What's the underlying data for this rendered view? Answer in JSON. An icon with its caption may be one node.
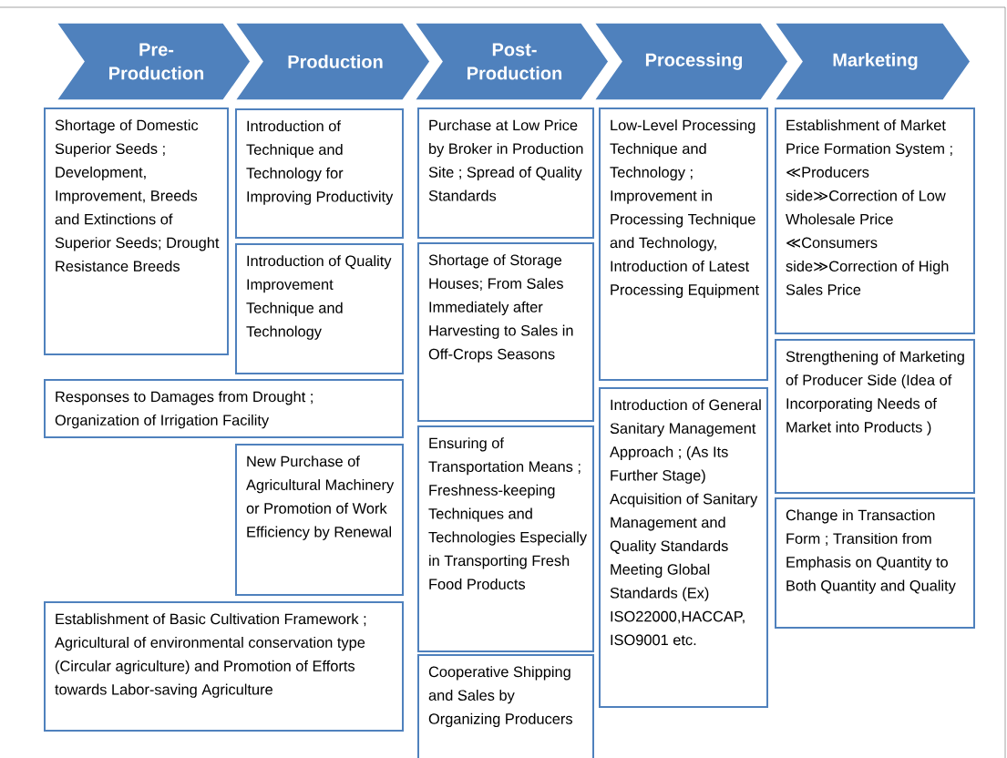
{
  "diagram": {
    "nodes": [
      {
        "text": [
          "Pre- Production"
        ]
      },
      {
        "text": [
          "Production"
        ]
      },
      {
        "text": [
          "Post- Production"
        ]
      },
      {
        "text": [
          "Processing"
        ]
      },
      {
        "text": [
          "Marketing"
        ]
      },
      {
        "text": [
          "Shortage of Domestic Superior Seeds ; Development, Improvement, Breeds and Extinctions of Superior Seeds; Drought Resistance Breeds"
        ]
      },
      {
        "text": [
          "Responses to Damages from Drought ; Organization of Irrigation Facility"
        ]
      },
      {
        "text": [
          "Establishment of Basic Cultivation Framework ; Agricultural of environmental conservation type (Circular agriculture) and Promotion of Efforts towards Labor-saving Agriculture"
        ]
      },
      {
        "text": [
          "Introduction of Technique and Technology for Improving Productivity"
        ]
      },
      {
        "text": [
          "Introduction of Quality Improvement Technique and Technology"
        ]
      },
      {
        "text": [
          "New Purchase of Agricultural Machinery or Promotion of Work Efficiency by Renewal"
        ]
      },
      {
        "text": [
          "Purchase at Low Price by Broker in Production Site ; Spread of Quality Standards"
        ]
      },
      {
        "text": [
          "Shortage of Storage Houses; From Sales Immediately after Harvesting to Sales in Off-Crops Seasons"
        ]
      },
      {
        "text": [
          "Ensuring of Transportation Means ; Freshness-keeping Techniques and Technologies Especially in Transporting Fresh Food Products"
        ]
      },
      {
        "text": [
          "Cooperative Shipping and Sales by Organizing Producers"
        ]
      },
      {
        "text": [
          "Low-Level Processing Technique and Technology ; Improvement in Processing Technique and Technology, Introduction of Latest Processing Equipment"
        ]
      },
      {
        "text": [
          "Introduction of General Sanitary Management Approach ; (As Its Further Stage) Acquisition of Sanitary Management and Quality Standards Meeting Global Standards (Ex) ISO22000,HACCAP, ISO9001 etc."
        ]
      },
      {
        "text": [
          "Establishment of Market Price Formation System ; ≪Producers side≫Correction of Low Wholesale Price ≪Consumers side≫Correction of High Sales Price"
        ]
      },
      {
        "text": [
          "Strengthening of Marketing of Producer Side (Idea of Incorporating Needs of Market into Products )"
        ]
      },
      {
        "text": [
          "Change in Transaction Form ; Transition from Emphasis on Quantity to Both Quantity and Quality"
        ]
      }
    ]
  }
}
